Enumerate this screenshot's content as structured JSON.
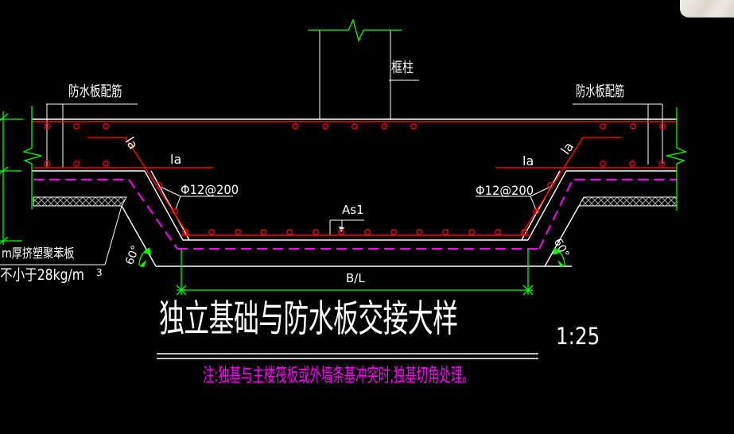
{
  "app": {
    "kind": "cad-drawing-viewport",
    "background": "#000000"
  },
  "drawing": {
    "title": "独立基础与防水板交接大样",
    "scale": "1:25",
    "note": "注:独基与主楼筏板或外墙条基冲突时,独基切角处理。",
    "labels": {
      "column": "框柱",
      "slab_rebar_left": "防水板配筋",
      "slab_rebar_right": "防水板配筋",
      "la_slope_left": "la",
      "la_left": "la",
      "la_right": "la",
      "la_slope_right": "la",
      "rebar_spec_left": "Φ12@200",
      "rebar_spec_right": "Φ12@200",
      "bottom_rebar": "As1",
      "span": "B/L",
      "angle_left": "60°",
      "angle_right": "60°",
      "insulation_line1": "m厚挤塑聚苯板",
      "insulation_line2": "不小于28kg/m",
      "insulation_superscript": "3"
    },
    "colors": {
      "outline": "#ffffff",
      "dimension": "#00ff00",
      "rebar": "#ff0000",
      "membrane": "#ff00ff",
      "note_text": "#ff00ff",
      "hatch": "#a8a8a8"
    }
  },
  "overlay": {
    "thumbnail": "photo-thumbnail"
  }
}
